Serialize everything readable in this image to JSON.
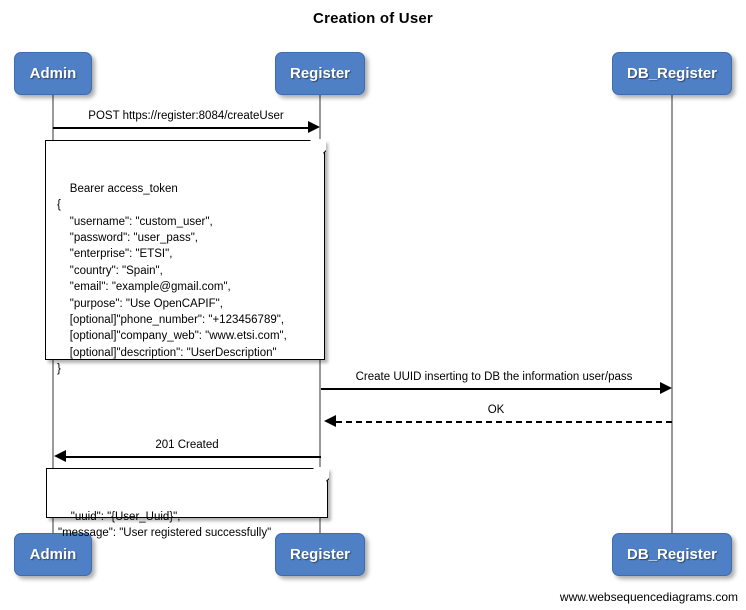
{
  "title": "Creation of User",
  "footer": "www.websequencediagrams.com",
  "colors": {
    "participant_fill": "#4f7fc4",
    "participant_border": "#3f6cae",
    "participant_text": "#ffffff",
    "lifeline": "#9a9a9a",
    "arrow": "#000000",
    "note_fill": "#ffffff",
    "note_border": "#000000",
    "background": "#ffffff"
  },
  "participants": [
    {
      "id": "admin",
      "label": "Admin"
    },
    {
      "id": "register",
      "label": "Register"
    },
    {
      "id": "db_register",
      "label": "DB_Register"
    }
  ],
  "participants_bottom": [
    {
      "id": "admin",
      "label": "Admin"
    },
    {
      "id": "register",
      "label": "Register"
    },
    {
      "id": "db_register",
      "label": "DB_Register"
    }
  ],
  "messages": [
    {
      "id": "m1",
      "label": "POST https://register:8084/createUser",
      "from": "admin",
      "to": "register",
      "direction": "right",
      "style": "solid"
    },
    {
      "id": "m2",
      "label": "Create UUID inserting to DB the information user/pass",
      "from": "register",
      "to": "db_register",
      "direction": "right",
      "style": "solid"
    },
    {
      "id": "m3",
      "label": "OK",
      "from": "db_register",
      "to": "register",
      "direction": "left",
      "style": "dashed"
    },
    {
      "id": "m4",
      "label": "201 Created",
      "from": "register",
      "to": "admin",
      "direction": "left",
      "style": "solid"
    }
  ],
  "notes": [
    {
      "id": "note-request",
      "attached_to": "admin",
      "text": "Bearer access_token\n{\n    \"username\": \"custom_user\",\n    \"password\": \"user_pass\",\n    \"enterprise\": \"ETSI\",\n    \"country\": \"Spain\",\n    \"email\": \"example@gmail.com\",\n    \"purpose\": \"Use OpenCAPIF\",\n    [optional]\"phone_number\": \"+123456789\",\n    [optional]\"company_web\": \"www.etsi.com\",\n    [optional]\"description\": \"UserDescription\"\n}"
    },
    {
      "id": "note-response",
      "attached_to": "admin",
      "text": "\"uuid\": \"{User_Uuid}\",\n\"message\": \"User registered successfully\""
    }
  ]
}
